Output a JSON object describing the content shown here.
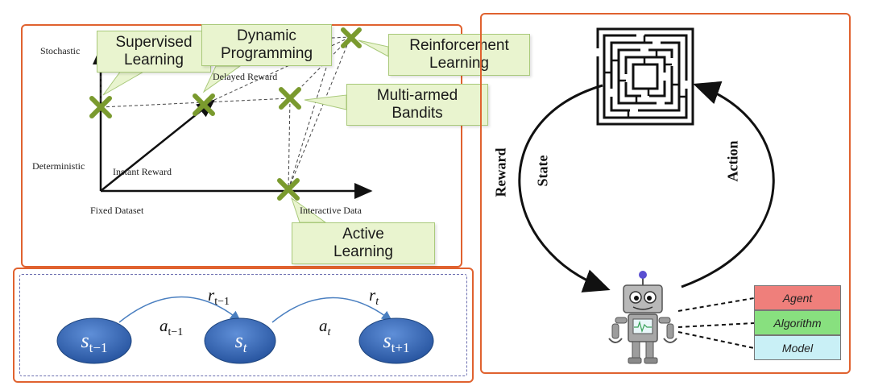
{
  "axes_panel": {
    "y_labels": {
      "stochastic": "Stochastic",
      "deterministic": "Deterministic"
    },
    "x_labels": {
      "fixed": "Fixed Dataset",
      "interactive": "Interactive Data"
    },
    "diag_labels": {
      "instant": "Instant Reward",
      "delayed": "Delayed Reward"
    },
    "callouts": {
      "supervised": [
        "Supervised",
        "Learning"
      ],
      "dynamic": [
        "Dynamic",
        "Programming"
      ],
      "reinforcement": [
        "Reinforcement",
        "Learning"
      ],
      "bandits": [
        "Multi-armed",
        "Bandits"
      ],
      "active": [
        "Active",
        "Learning"
      ]
    },
    "colors": {
      "callout_fill": "#e9f4cf",
      "marker": "#7a9a2e",
      "frame": "#e0622f"
    }
  },
  "mdp_panel": {
    "states": [
      "s_{t-1}",
      "s_t",
      "s_{t+1}"
    ],
    "state_text": [
      {
        "base": "s",
        "sub": "t−1"
      },
      {
        "base": "s",
        "sub": "t"
      },
      {
        "base": "s",
        "sub": "t+1"
      }
    ],
    "actions": [
      {
        "base": "a",
        "sub": "t−1"
      },
      {
        "base": "a",
        "sub": "t"
      }
    ],
    "rewards": [
      {
        "base": "r",
        "sub": "t−1"
      },
      {
        "base": "r",
        "sub": "t"
      }
    ],
    "colors": {
      "state_fill": "#2f63b5",
      "arrow": "#4a7fc0"
    }
  },
  "loop_panel": {
    "labels": {
      "reward": "Reward",
      "state": "State",
      "action": "Action"
    },
    "legend": [
      {
        "label": "Agent",
        "color": "#ef7f7b"
      },
      {
        "label": "Algorithm",
        "color": "#88e07f"
      },
      {
        "label": "Model",
        "color": "#c9f0f6"
      }
    ],
    "icons": [
      "maze-icon",
      "robot-icon"
    ]
  }
}
